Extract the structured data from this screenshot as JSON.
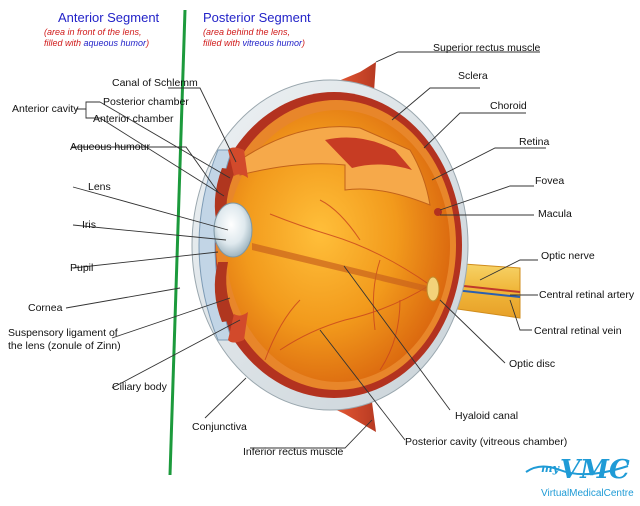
{
  "segments": {
    "anterior": {
      "title": "Anterior Segment",
      "note_line1": "(area in front of the lens,",
      "note_line2_prefix": "filled with ",
      "note_line2_highlight": "aqueous humor",
      "note_line2_suffix": ")"
    },
    "posterior": {
      "title": "Posterior Segment",
      "note_line1": "(area behind the lens,",
      "note_line2_prefix": "filled with ",
      "note_line2_highlight": "vitreous humor",
      "note_line2_suffix": ")"
    }
  },
  "labels": {
    "canal_of_schlemm": "Canal of Schlemm",
    "anterior_cavity": "Anterior cavity",
    "posterior_chamber": "Posterior chamber",
    "anterior_chamber": "Anterior chamber",
    "aqueous_humour": "Aqueous humour",
    "lens": "Lens",
    "iris": "Iris",
    "pupil": "Pupil",
    "cornea": "Cornea",
    "suspensory_line1": "Suspensory ligament of",
    "suspensory_line2": "the lens (zonule of Zinn)",
    "ciliary_body": "Ciliary body",
    "conjunctiva": "Conjunctiva",
    "inferior_rectus": "Inferior rectus muscle",
    "superior_rectus": "Superior rectus muscle",
    "sclera": "Sclera",
    "choroid": "Choroid",
    "retina": "Retina",
    "fovea": "Fovea",
    "macula": "Macula",
    "optic_nerve": "Optic nerve",
    "central_retinal_artery": "Central retinal artery",
    "central_retinal_vein": "Central retinal vein",
    "optic_disc": "Optic disc",
    "hyaloid_canal": "Hyaloid canal",
    "posterior_cavity": "Posterior cavity (vitreous chamber)"
  },
  "logo": {
    "my": "my",
    "vmc": "VMC",
    "tagline": "VirtualMedicalCentre"
  },
  "colors": {
    "divider_line": "#1c9a3c",
    "segment_title": "#2323c8",
    "segment_note": "#d01a1a",
    "logo": "#1f9bd6"
  }
}
